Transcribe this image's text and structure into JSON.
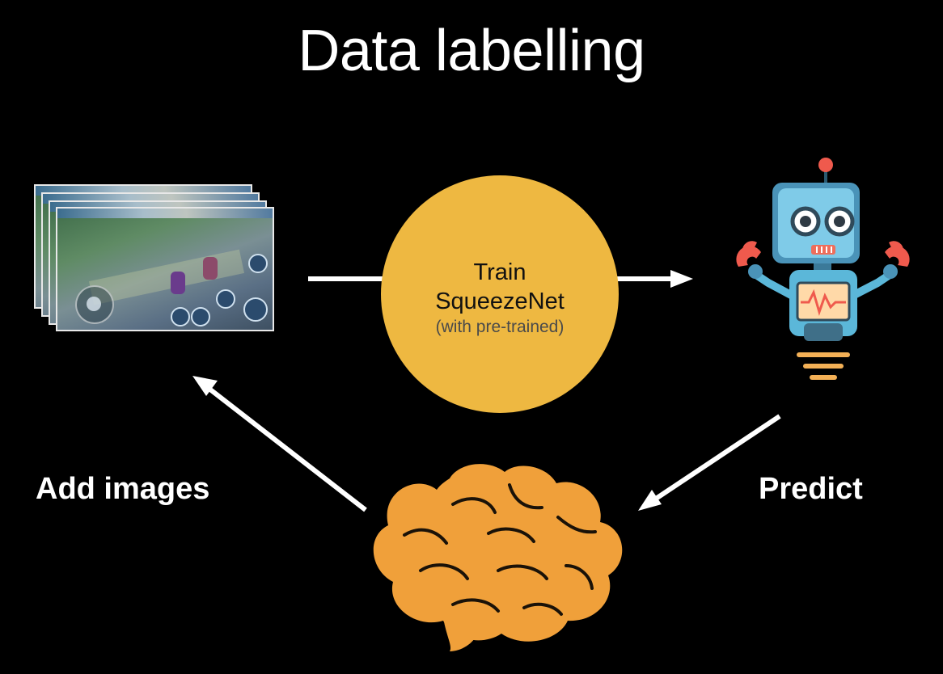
{
  "title": "Data labelling",
  "center": {
    "line1": "Train",
    "line2": "SqueezeNet",
    "line3": "(with pre-trained)"
  },
  "labels": {
    "add_images": "Add images",
    "predict": "Predict"
  },
  "icons": {
    "screenshots": "game-screenshots-stack-icon",
    "robot": "robot-icon",
    "brain": "brain-icon"
  },
  "colors": {
    "background": "#000000",
    "circle": "#eeb841",
    "brain": "#f0a03a",
    "arrow": "#ffffff",
    "robot_body": "#5bb7d9"
  }
}
